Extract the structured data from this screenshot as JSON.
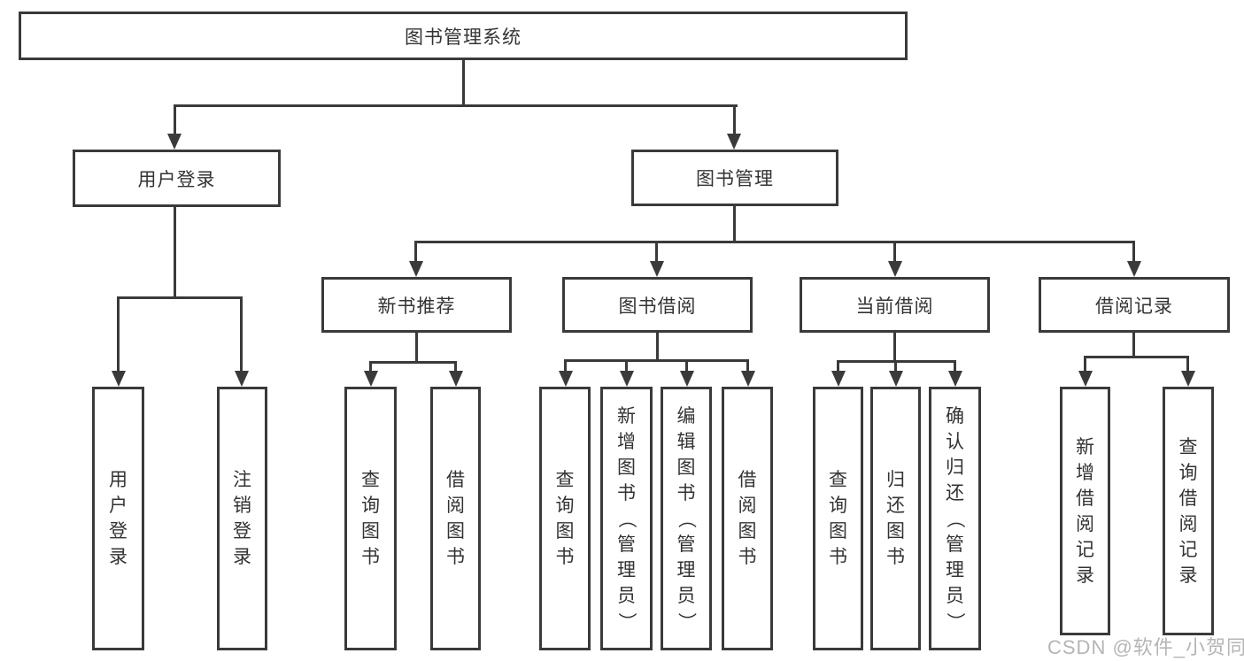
{
  "diagram": {
    "type": "hierarchy",
    "colors": {
      "line": "#3a3a3a",
      "text": "#333333",
      "background": "#ffffff",
      "watermark": "#b5b5b5"
    },
    "watermark": {
      "text": "CSDN @软件_小贺同学"
    }
  },
  "tree": {
    "root": {
      "label": "图书管理系统",
      "children": [
        {
          "label": "用户登录",
          "children": [
            {
              "label": "用户登录"
            },
            {
              "label": "注销登录"
            }
          ]
        },
        {
          "label": "图书管理",
          "children": [
            {
              "label": "新书推荐",
              "children": [
                {
                  "label": "查询图书"
                },
                {
                  "label": "借阅图书"
                }
              ]
            },
            {
              "label": "图书借阅",
              "children": [
                {
                  "label": "查询图书"
                },
                {
                  "label": "新增图书（管理员）"
                },
                {
                  "label": "编辑图书（管理员）"
                },
                {
                  "label": "借阅图书"
                }
              ]
            },
            {
              "label": "当前借阅",
              "children": [
                {
                  "label": "查询图书"
                },
                {
                  "label": "归还图书"
                },
                {
                  "label": "确认归还（管理员）"
                }
              ]
            },
            {
              "label": "借阅记录",
              "children": [
                {
                  "label": "新增借阅记录"
                },
                {
                  "label": "查询借阅记录"
                }
              ]
            }
          ]
        }
      ]
    }
  }
}
